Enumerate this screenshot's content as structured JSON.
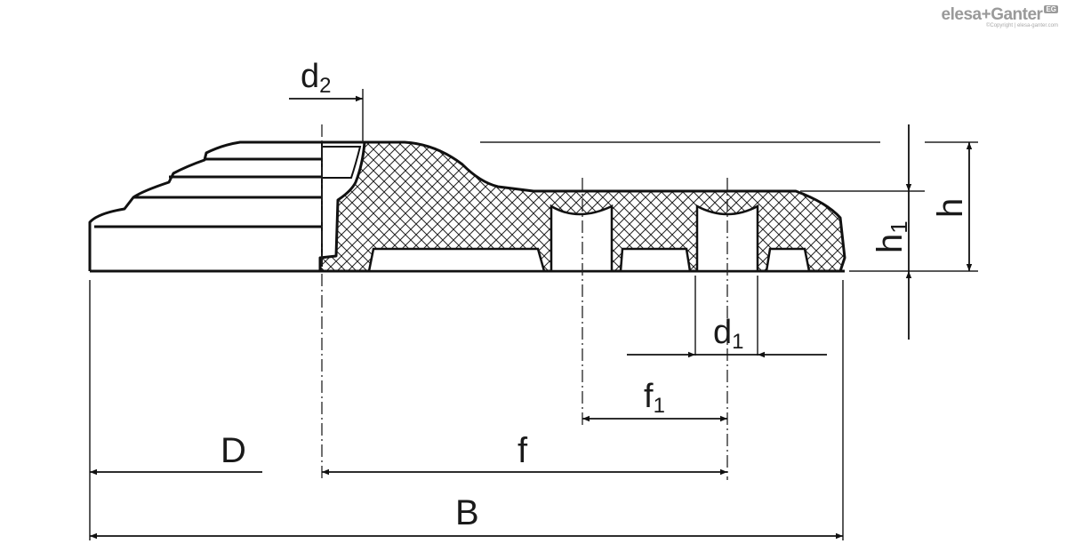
{
  "brand": {
    "name": "elesa+Ganter",
    "badge": "EG",
    "copyright": "©Copyright | elesa-ganter.com"
  },
  "dimensions": {
    "d2": "d2",
    "h": "h",
    "h1": "h1",
    "d1": "d1",
    "f1": "f1",
    "f": "f",
    "D": "D",
    "B": "B"
  }
}
